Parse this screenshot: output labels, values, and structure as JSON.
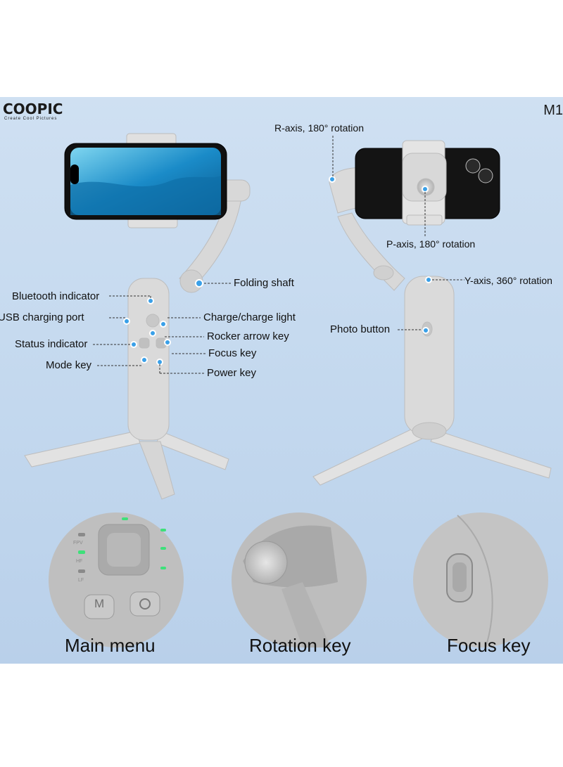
{
  "brand": {
    "name": "COOPIC",
    "tagline": "Create Cool Pictures"
  },
  "model": "M1",
  "left_labels": {
    "folding_shaft": "Folding shaft",
    "bluetooth_indicator": "Bluetooth indicator",
    "usb_charging_port": "USB charging port",
    "charge_light": "Charge/charge light",
    "rocker_arrow_key": "Rocker arrow key",
    "status_indicator": "Status indicator",
    "focus_key": "Focus key",
    "mode_key": "Mode key",
    "power_key": "Power key"
  },
  "right_labels": {
    "r_axis": "R-axis, 180° rotation",
    "p_axis": "P-axis, 180° rotation",
    "y_axis": "Y-axis, 360° rotation",
    "photo_button": "Photo button"
  },
  "detail_captions": [
    "Main menu",
    "Rotation key",
    "Focus key"
  ],
  "panel_markings": {
    "fpv": "FPV",
    "hf": "HF",
    "lf": "LF",
    "mode_button": "M"
  },
  "colors": {
    "background": "#c3d8ee",
    "gimbal": "#d9d9d9",
    "accent_dot": "#3aa0e8",
    "led": "#3ee07a"
  }
}
